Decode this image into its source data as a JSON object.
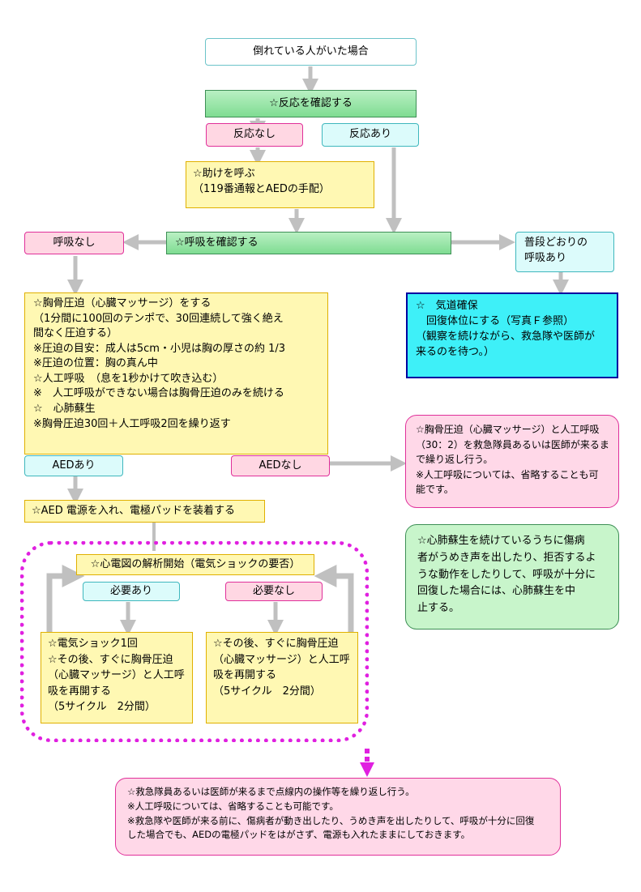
{
  "start": "倒れている人がいた場合",
  "check_response": "☆反応を確認する",
  "no_response": "反応なし",
  "has_response": "反応あり",
  "call_help": [
    "☆助けを呼ぶ",
    "（119番通報とAEDの手配）"
  ],
  "check_breathing": "☆呼吸を確認する",
  "no_breathing": "呼吸なし",
  "normal_breathing": [
    "普段どおりの",
    "呼吸あり"
  ],
  "airway": [
    "☆　気道確保",
    "　回復体位にする（写真Ｆ参照）",
    "（観察を続けながら、救急隊や医師が",
    "来るのを待つ。）"
  ],
  "cpr": [
    "☆胸骨圧迫（心臓マッサージ）をする",
    "（1分間に100回のテンポで、30回連続して強く絶え",
    "間なく圧迫する）",
    "※圧迫の目安：成人は5cm・小児は胸の厚さの約 1/3",
    "※圧迫の位置：胸の真ん中",
    "☆人工呼吸　（息を1秒かけて吹き込む）",
    "※　人工呼吸ができない場合は胸骨圧迫のみを続ける",
    "☆　心肺蘇生",
    "※胸骨圧迫30回＋人工呼吸2回を繰り返す"
  ],
  "aed_yes": "AEDあり",
  "aed_no": "AEDなし",
  "no_aed_note": [
    "☆胸骨圧迫（心臓マッサージ）と人工呼吸",
    "（30：2）を救急隊員あるいは医師が来るま",
    "で繰り返し行う。",
    "※人工呼吸については、省略することも可",
    "能です。"
  ],
  "aed_power": "☆AED 電源を入れ、電極パッドを装着する",
  "ecg": "☆心電図の解析開始（電気ショックの要否）",
  "shock_needed": "必要あり",
  "shock_not_needed": "必要なし",
  "shock_box": [
    "☆電気ショック1回",
    "☆その後、すぐに胸骨圧迫",
    "（心臓マッサージ）と人工呼",
    "吸を再開する",
    "（5サイクル　2分間）"
  ],
  "noshock_box": [
    "☆その後、すぐに胸骨圧迫",
    "（心臓マッサージ）と人工呼",
    "吸を再開する",
    "（5サイクル　2分間）"
  ],
  "stop_cpr": [
    "☆心肺蘇生を続けているうちに傷病",
    "者がうめき声を出したり、拒否するよ",
    "うな動作をしたりして、呼吸が十分に",
    "回復した場合には、心肺蘇生を中",
    "止する。"
  ],
  "final": [
    "☆救急隊員あるいは医師が来るまで点線内の操作等を繰り返し行う。",
    "※人工呼吸については、省略することも可能です。",
    "※救急隊や医師が来る前に、傷病者が動き出したり、うめき声を出したりして、呼吸が十分に回復",
    "した場合でも、AEDの電極パッドをはがさず、電源も入れたままにしておきます。"
  ],
  "colors": {
    "arrow": "#c0c0c0",
    "dotted": "#e020e0"
  }
}
